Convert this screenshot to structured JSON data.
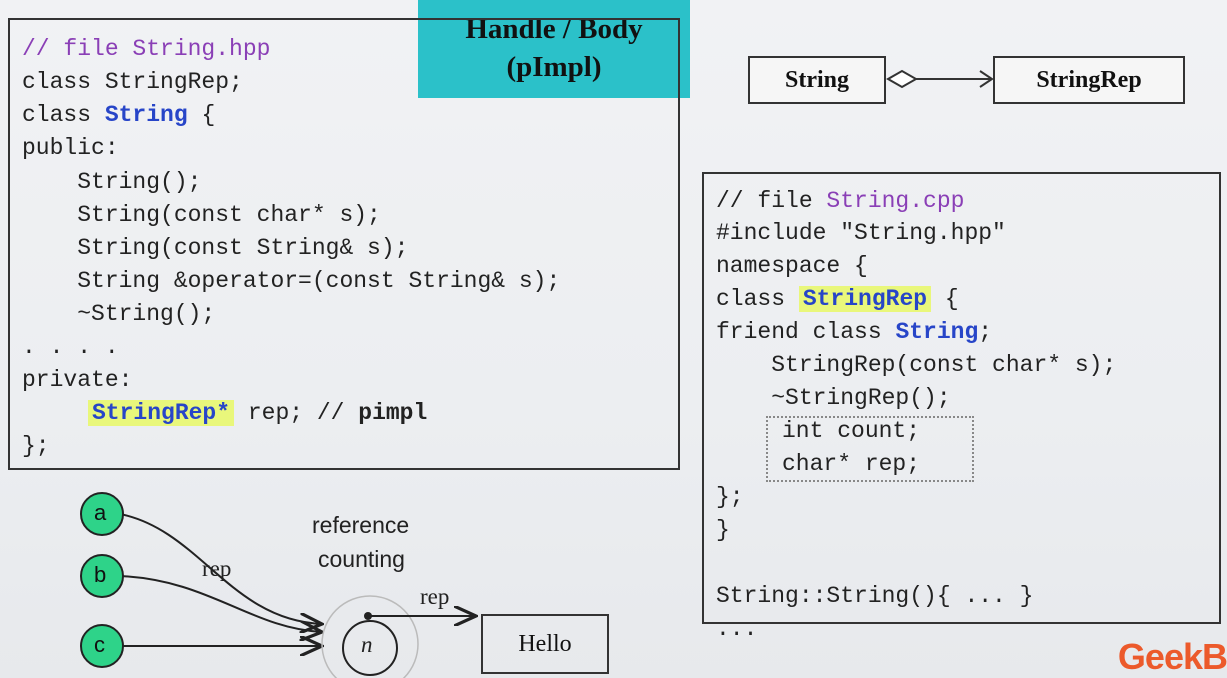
{
  "title": {
    "line1": "Handle / Body",
    "line2": "(pImpl)"
  },
  "uml": {
    "left": "String",
    "right": "StringRep"
  },
  "hpp": {
    "l1a": "// file ",
    "l1b": "String.hpp",
    "l2": "class StringRep;",
    "l3a": "class ",
    "l3b": "String",
    "l3c": " {",
    "l4": "public:",
    "l5": "    String();",
    "l6": "    String(const char* s);",
    "l7": "    String(const String& s);",
    "l8": "    String &operator=(const String& s);",
    "l9": "    ~String();",
    "l10": ". . . .",
    "l11": "private:",
    "l12a": "StringRep*",
    "l12b": " rep; // ",
    "l12c": "pimpl",
    "l13": "};"
  },
  "cpp": {
    "l1a": "// file ",
    "l1b": "String.cpp",
    "l2": "#include \"String.hpp\"",
    "l3": "namespace {",
    "l4a": "class ",
    "l4b": "StringRep",
    "l4c": " {",
    "l5a": "friend class ",
    "l5b": "String",
    "l5c": ";",
    "l6": "    StringRep(const char* s);",
    "l7": "    ~StringRep();",
    "l8": "int count;",
    "l9": "char* rep;",
    "l10": "};",
    "l11": "}",
    "l12": "String::String(){ ... }",
    "l13": "..."
  },
  "diagram": {
    "nodes": [
      "a",
      "b",
      "c"
    ],
    "rep_label": "rep",
    "reference_label_1": "reference",
    "reference_label_2": "counting",
    "rep_label_2": "rep",
    "counter": "n",
    "hello": "Hello"
  },
  "watermark": "GeekB"
}
